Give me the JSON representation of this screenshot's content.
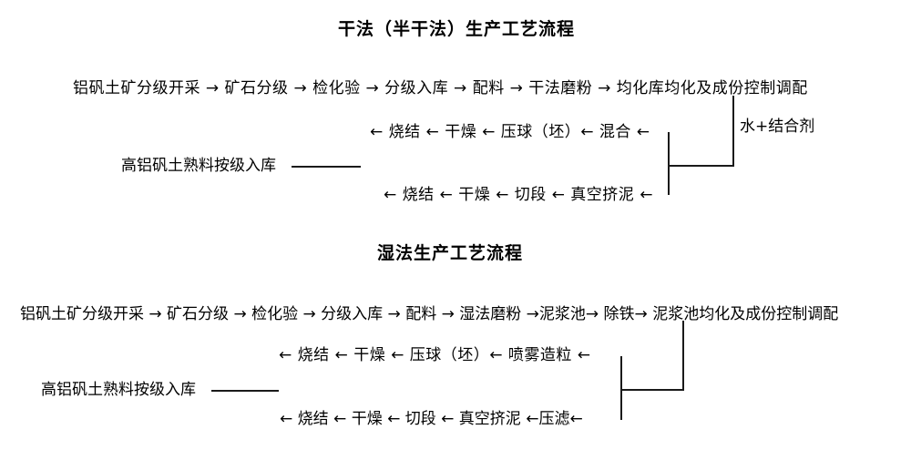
{
  "page": {
    "background_color": "#ffffff",
    "text_color": "#000000",
    "line_color": "#1a1a1a"
  },
  "dry_section": {
    "title": "干法（半干法）生产工艺流程",
    "row1": "铝矾土矿分级开采 → 矿石分级 → 检化验 → 分级入库 → 配料 → 干法磨粉 → 均化库均化及成份控制调配",
    "row2": "← 烧结 ← 干燥 ← 压球（坯）← 混合 ←",
    "row3_label": "高铝矾土熟料按级入库",
    "row4": "← 烧结 ← 干燥 ← 切段 ← 真空挤泥 ←",
    "additive_label": "水+结合剂"
  },
  "wet_section": {
    "title": "湿法生产工艺流程",
    "row1": "铝矾土矿分级开采 → 矿石分级 → 检化验 → 分级入库 → 配料 → 湿法磨粉 →泥浆池→ 除铁→ 泥浆池均化及成份控制调配",
    "row2": "← 烧结 ← 干燥 ← 压球（坯）← 喷雾造粒 ←",
    "row3_label": "高铝矾土熟料按级入库",
    "row4": "← 烧结 ← 干燥 ← 切段 ← 真空挤泥 ←压滤←"
  }
}
